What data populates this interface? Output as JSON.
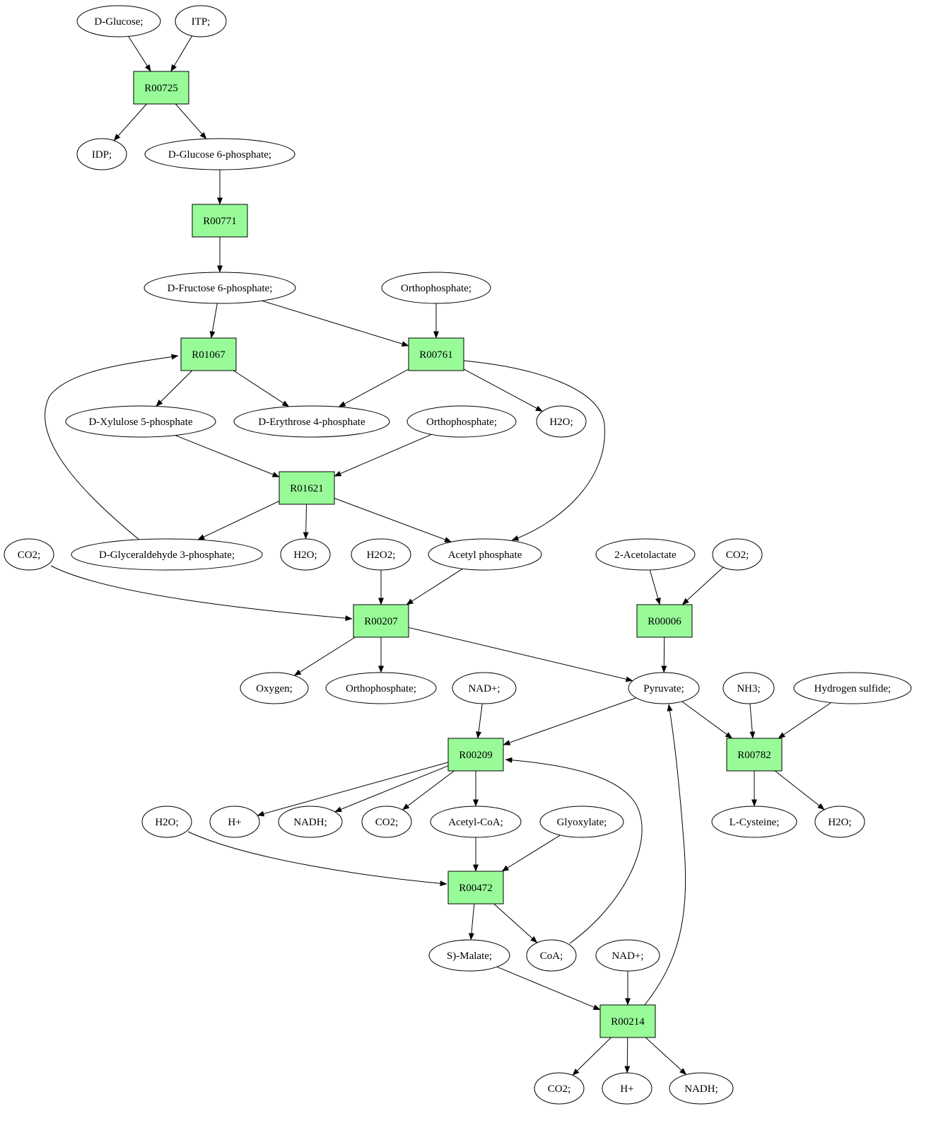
{
  "colors": {
    "reaction_fill": "#98fb98",
    "start_fill": "#00ee00",
    "target_fill": "#ffff00",
    "metabolite_fill": "#ffffff",
    "stroke": "#000000"
  },
  "reactions": [
    {
      "id": "r00725",
      "label": "R00725"
    },
    {
      "id": "r00771",
      "label": "R00771"
    },
    {
      "id": "r01067",
      "label": "R01067"
    },
    {
      "id": "r00761",
      "label": "R00761"
    },
    {
      "id": "r01621",
      "label": "R01621"
    },
    {
      "id": "r00207",
      "label": "R00207"
    },
    {
      "id": "r00006",
      "label": "R00006"
    },
    {
      "id": "r00209",
      "label": "R00209"
    },
    {
      "id": "r00782",
      "label": "R00782"
    },
    {
      "id": "r00472",
      "label": "R00472"
    },
    {
      "id": "r00214",
      "label": "R00214"
    }
  ],
  "metabolites": [
    {
      "id": "m_glucose",
      "label": "D-Glucose;",
      "role": "start"
    },
    {
      "id": "m_itp",
      "label": "ITP;"
    },
    {
      "id": "m_idp",
      "label": "IDP;"
    },
    {
      "id": "m_g6p",
      "label": "D-Glucose 6-phosphate;"
    },
    {
      "id": "m_f6p",
      "label": "D-Fructose 6-phosphate;"
    },
    {
      "id": "m_pi1",
      "label": "Orthophosphate;"
    },
    {
      "id": "m_x5p",
      "label": "D-Xylulose 5-phosphate"
    },
    {
      "id": "m_e4p",
      "label": "D-Erythrose 4-phosphate"
    },
    {
      "id": "m_pi2",
      "label": "Orthophosphate;"
    },
    {
      "id": "m_h2o1",
      "label": "H2O;"
    },
    {
      "id": "m_co2a",
      "label": "CO2;"
    },
    {
      "id": "m_gap",
      "label": "D-Glyceraldehyde 3-phosphate;"
    },
    {
      "id": "m_h2o2",
      "label": "H2O;"
    },
    {
      "id": "m_h2o2b",
      "label": "H2O2;"
    },
    {
      "id": "m_acp",
      "label": "Acetyl phosphate"
    },
    {
      "id": "m_acl",
      "label": "2-Acetolactate"
    },
    {
      "id": "m_co2b",
      "label": "CO2;"
    },
    {
      "id": "m_o2",
      "label": "Oxygen;"
    },
    {
      "id": "m_pi3",
      "label": "Orthophosphate;"
    },
    {
      "id": "m_nad1",
      "label": "NAD+;"
    },
    {
      "id": "m_pyr",
      "label": "Pyruvate;"
    },
    {
      "id": "m_nh3",
      "label": "NH3;"
    },
    {
      "id": "m_h2s",
      "label": "Hydrogen sulfide;"
    },
    {
      "id": "m_h2o3",
      "label": "H2O;"
    },
    {
      "id": "m_h1",
      "label": "H+"
    },
    {
      "id": "m_nadh1",
      "label": "NADH;"
    },
    {
      "id": "m_co2c",
      "label": "CO2;"
    },
    {
      "id": "m_accoa",
      "label": "Acetyl-CoA;"
    },
    {
      "id": "m_glx",
      "label": "Glyoxylate;"
    },
    {
      "id": "m_cys",
      "label": "L-Cysteine;",
      "role": "target"
    },
    {
      "id": "m_h2o4",
      "label": "H2O;"
    },
    {
      "id": "m_mal",
      "label": "S)-Malate;"
    },
    {
      "id": "m_coa",
      "label": "CoA;"
    },
    {
      "id": "m_nad2",
      "label": "NAD+;"
    },
    {
      "id": "m_co2d",
      "label": "CO2;"
    },
    {
      "id": "m_h2",
      "label": "H+"
    },
    {
      "id": "m_nadh2",
      "label": "NADH;"
    }
  ],
  "edges": [
    {
      "from": "m_glucose",
      "to": "r00725"
    },
    {
      "from": "m_itp",
      "to": "r00725"
    },
    {
      "from": "r00725",
      "to": "m_idp"
    },
    {
      "from": "r00725",
      "to": "m_g6p"
    },
    {
      "from": "m_g6p",
      "to": "r00771"
    },
    {
      "from": "r00771",
      "to": "m_f6p"
    },
    {
      "from": "m_f6p",
      "to": "r01067"
    },
    {
      "from": "m_f6p",
      "to": "r00761"
    },
    {
      "from": "m_pi1",
      "to": "r00761"
    },
    {
      "from": "r01067",
      "to": "m_x5p"
    },
    {
      "from": "r01067",
      "to": "m_e4p"
    },
    {
      "from": "r00761",
      "to": "m_e4p"
    },
    {
      "from": "r00761",
      "to": "m_h2o1"
    },
    {
      "from": "r00761",
      "to": "m_acp"
    },
    {
      "from": "m_gap",
      "to": "r01067"
    },
    {
      "from": "m_x5p",
      "to": "r01621"
    },
    {
      "from": "m_pi2",
      "to": "r01621"
    },
    {
      "from": "r01621",
      "to": "m_gap"
    },
    {
      "from": "r01621",
      "to": "m_h2o2"
    },
    {
      "from": "r01621",
      "to": "m_acp"
    },
    {
      "from": "m_co2a",
      "to": "r00207"
    },
    {
      "from": "m_h2o2b",
      "to": "r00207"
    },
    {
      "from": "m_acp",
      "to": "r00207"
    },
    {
      "from": "r00207",
      "to": "m_o2"
    },
    {
      "from": "r00207",
      "to": "m_pi3"
    },
    {
      "from": "r00207",
      "to": "m_pyr"
    },
    {
      "from": "m_acl",
      "to": "r00006"
    },
    {
      "from": "m_co2b",
      "to": "r00006"
    },
    {
      "from": "r00006",
      "to": "m_pyr"
    },
    {
      "from": "m_nad1",
      "to": "r00209"
    },
    {
      "from": "m_pyr",
      "to": "r00209"
    },
    {
      "from": "m_pyr",
      "to": "r00782"
    },
    {
      "from": "m_nh3",
      "to": "r00782"
    },
    {
      "from": "m_h2s",
      "to": "r00782"
    },
    {
      "from": "r00782",
      "to": "m_cys"
    },
    {
      "from": "r00782",
      "to": "m_h2o4"
    },
    {
      "from": "r00209",
      "to": "m_h1"
    },
    {
      "from": "r00209",
      "to": "m_nadh1"
    },
    {
      "from": "r00209",
      "to": "m_co2c"
    },
    {
      "from": "r00209",
      "to": "m_accoa"
    },
    {
      "from": "m_coa",
      "to": "r00209"
    },
    {
      "from": "m_h2o3",
      "to": "r00472"
    },
    {
      "from": "m_accoa",
      "to": "r00472"
    },
    {
      "from": "m_glx",
      "to": "r00472"
    },
    {
      "from": "r00472",
      "to": "m_mal"
    },
    {
      "from": "r00472",
      "to": "m_coa"
    },
    {
      "from": "m_mal",
      "to": "r00214"
    },
    {
      "from": "m_nad2",
      "to": "r00214"
    },
    {
      "from": "r00214",
      "to": "m_pyr"
    },
    {
      "from": "r00214",
      "to": "m_co2d"
    },
    {
      "from": "r00214",
      "to": "m_h2"
    },
    {
      "from": "r00214",
      "to": "m_nadh2"
    }
  ]
}
